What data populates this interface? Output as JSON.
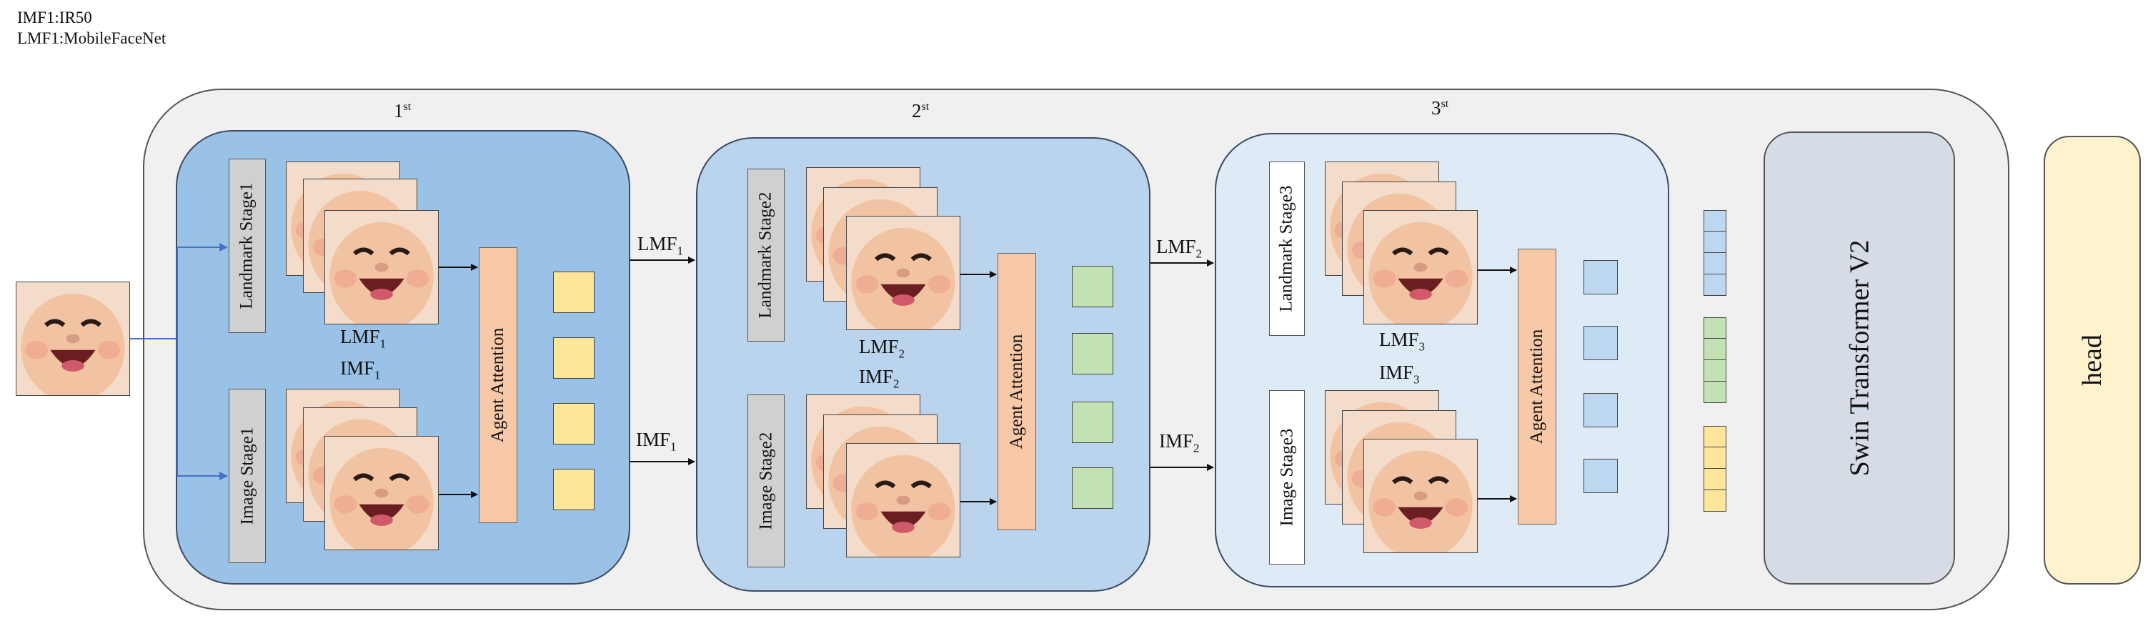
{
  "legend": [
    "IMF1:IR50",
    "LMF1:MobileFaceNet"
  ],
  "stages": [
    {
      "title": "1",
      "title_sup": "st",
      "landmark": "Landmark Stage1",
      "image": "Image Stage1",
      "lmf": "LMF",
      "lmf_sub": "1",
      "imf": "IMF",
      "imf_sub": "1",
      "token_color": "yellow"
    },
    {
      "title": "2",
      "title_sup": "st",
      "landmark": "Landmark Stage2",
      "image": "Image Stage2",
      "lmf": "LMF",
      "lmf_sub": "2",
      "imf": "IMF",
      "imf_sub": "2",
      "token_color": "green"
    },
    {
      "title": "3",
      "title_sup": "st",
      "landmark": "Landmark Stage3",
      "image": "Image Stage3",
      "lmf": "LMF",
      "lmf_sub": "3",
      "imf": "IMF",
      "imf_sub": "3",
      "token_color": "blue"
    }
  ],
  "agent_attention": "Agent Attention",
  "transitions": [
    {
      "lmf": "LMF",
      "lmf_sub": "1",
      "imf": "IMF",
      "imf_sub": "1"
    },
    {
      "lmf": "LMF",
      "lmf_sub": "2",
      "imf": "IMF",
      "imf_sub": "2"
    }
  ],
  "swin": "Swin Transformer V2",
  "head": "head",
  "colors": {
    "stage1": "#9ac2e7",
    "stage2": "#bbd4ee",
    "stage3": "#deeaf6",
    "agent": "#f8c9a8",
    "yellow_token": "#fde59a",
    "green_token": "#c3e2b3",
    "blue_token": "#bcd7ef",
    "swin": "#d6dce5",
    "head": "#fff2cc",
    "arrow_blue": "#4472c4"
  }
}
